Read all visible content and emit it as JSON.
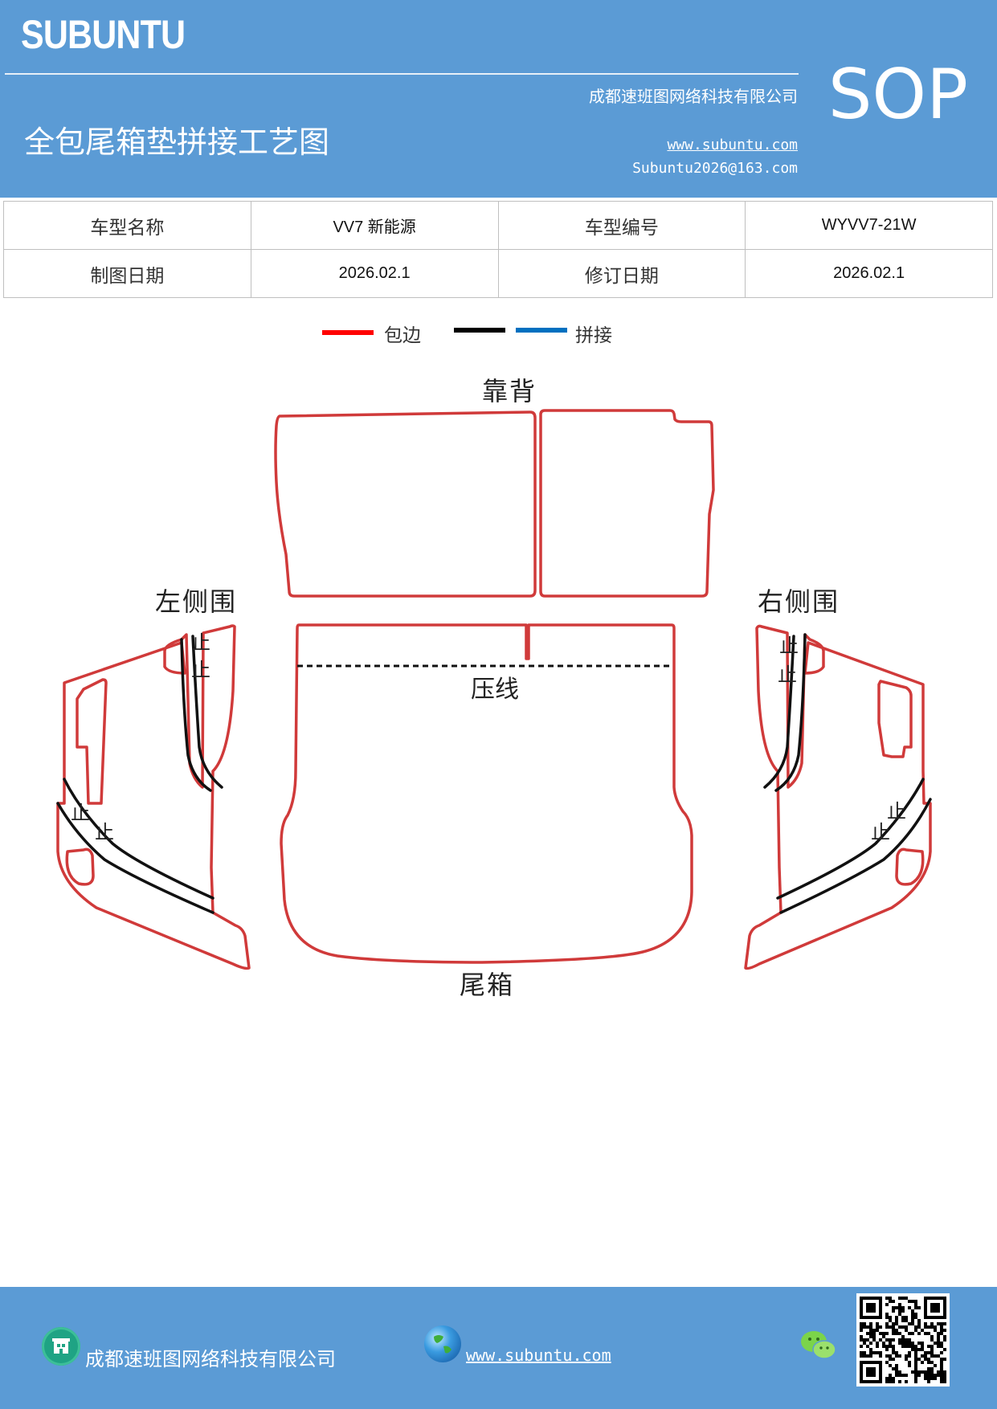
{
  "header": {
    "brand": "SUBUNTU",
    "doc_type": "SOP",
    "company": "成都速班图网络科技有限公司",
    "title": "全包尾箱垫拼接工艺图",
    "website": "www.subuntu.com",
    "email": "Subuntu2026@163.com"
  },
  "info_table": {
    "rows": [
      {
        "label1": "车型名称",
        "value1": "VV7 新能源",
        "label2": "车型编号",
        "value2": "WYVV7-21W"
      },
      {
        "label1": "制图日期",
        "value1": "2026.02.1",
        "label2": "修订日期",
        "value2": "2026.02.1"
      }
    ]
  },
  "legend": {
    "items": [
      {
        "label": "包边",
        "color": "#ff0000"
      },
      {
        "label": "",
        "color": "#000000"
      },
      {
        "label": "拼接",
        "color": "#0070c0"
      }
    ]
  },
  "diagram": {
    "labels": {
      "backrest": "靠背",
      "left_side": "左侧围",
      "right_side": "右侧围",
      "press_line": "压线",
      "trunk": "尾箱",
      "stop": "止"
    },
    "colors": {
      "edge": "#d03a3a",
      "seam": "#111111"
    }
  },
  "footer": {
    "company": "成都速班图网络科技有限公司",
    "website": "www.subuntu.com "
  }
}
